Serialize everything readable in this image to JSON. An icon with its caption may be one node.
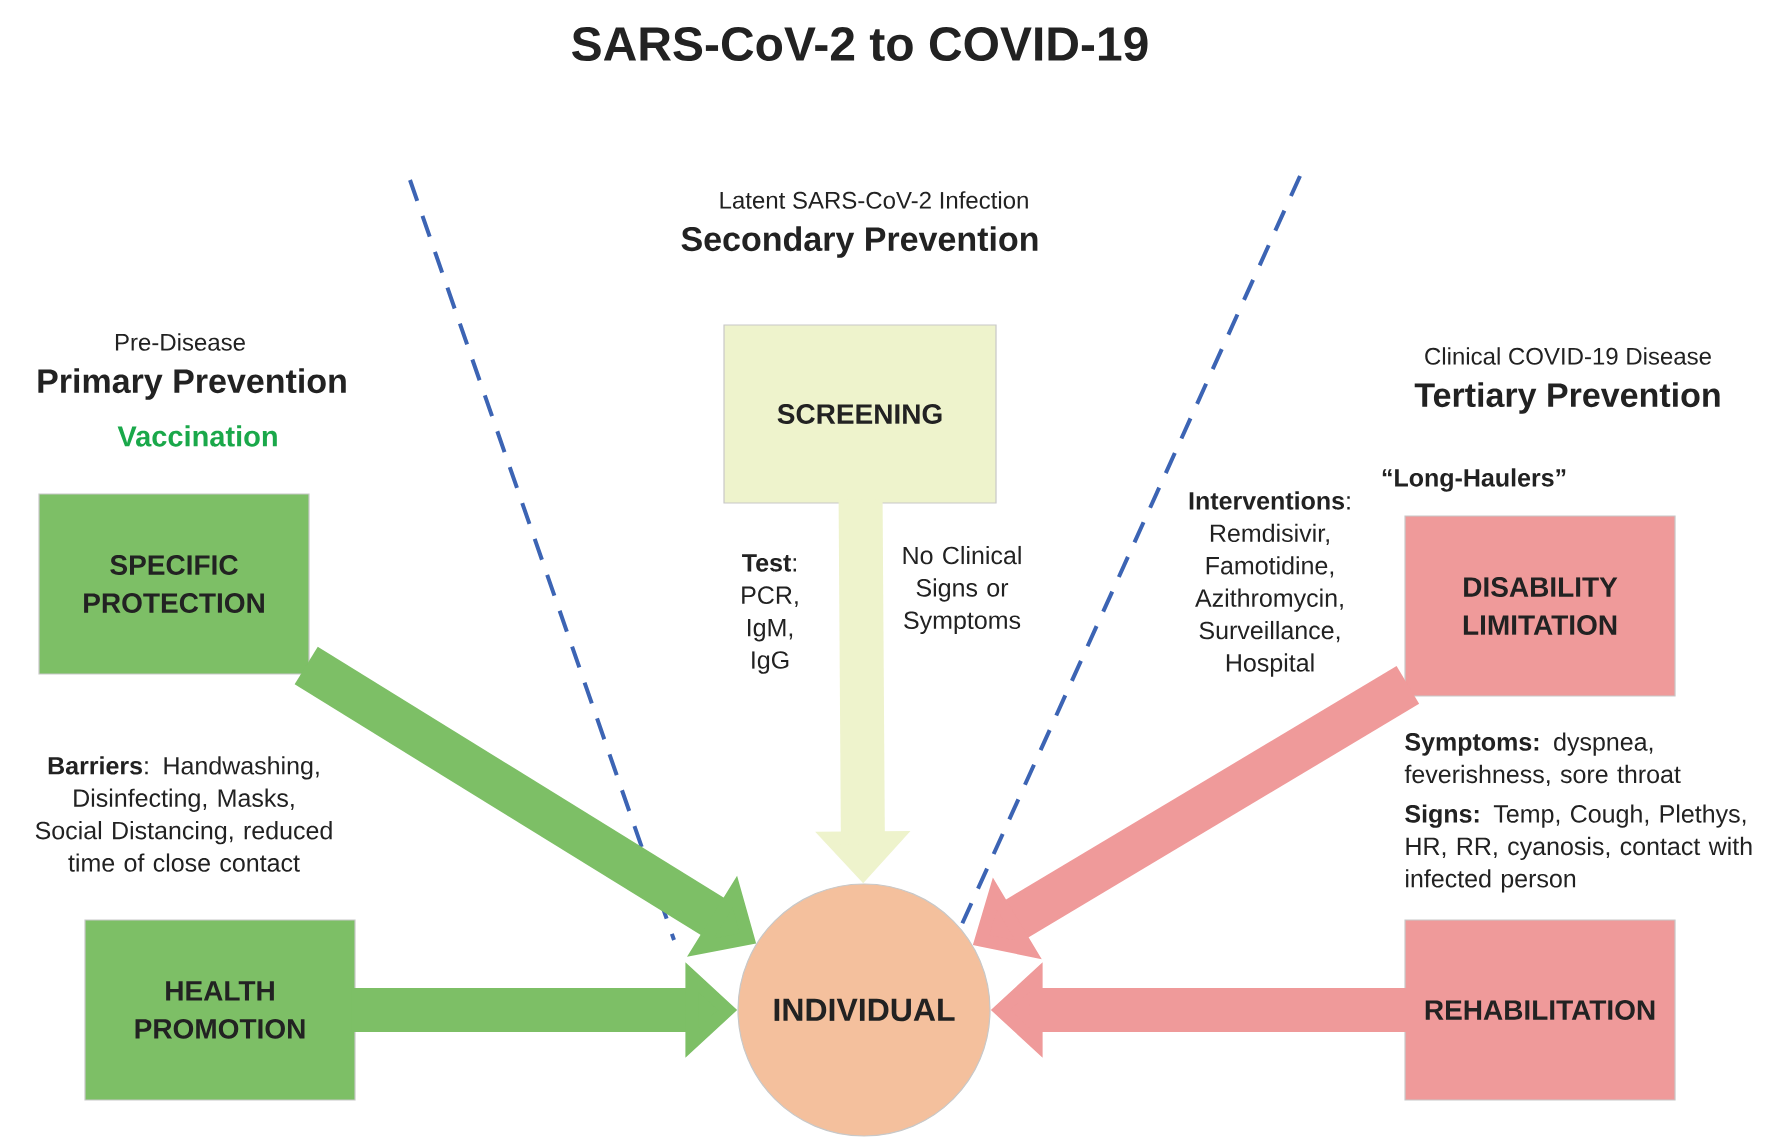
{
  "diagram": {
    "title": "SARS-CoV-2 to COVID-19",
    "nodes": [
      {
        "text": [
          "SPECIFIC PROTECTION"
        ]
      },
      {
        "text": [
          "HEALTH PROMOTION"
        ]
      },
      {
        "text": [
          "SCREENING"
        ]
      },
      {
        "text": [
          "DISABILITY LIMITATION"
        ]
      },
      {
        "text": [
          "REHABILITATION"
        ]
      },
      {
        "text": [
          "INDIVIDUAL"
        ]
      }
    ],
    "edges": [
      {
        "from": 0,
        "to": 5,
        "arrow": "to",
        "color": "#7dbf66"
      },
      {
        "from": 1,
        "to": 5,
        "arrow": "to",
        "color": "#7dbf66"
      },
      {
        "from": 2,
        "to": 5,
        "arrow": "to",
        "color": "#eef3cc"
      },
      {
        "from": 3,
        "to": 5,
        "arrow": "to",
        "color": "#ef9a9a"
      },
      {
        "from": 4,
        "to": 5,
        "arrow": "to",
        "color": "#ef9a9a"
      }
    ],
    "labels": [
      "Pre-Disease",
      "Primary Prevention",
      "Vaccination",
      "**Barriers**:  Handwashing, Disinfecting, Masks, Social Distancing, reduced time of close contact",
      "Latent SARS-CoV-2 Infection",
      "Secondary Prevention",
      "**Test**: PCR, IgM, IgG",
      "No Clinical Signs or Symptoms",
      "Clinical COVID-19 Disease",
      "Tertiary Prevention",
      "“Long-Haulers”",
      "**Interventions**: Remdisivir, Famotidine, Azithromycin, Surveillance, Hospital",
      "**Symptoms:**  dyspnea, feverishness, sore throat",
      "**Signs:** Temp, Cough, Plethys, HR, RR, cyanosis, contact with infected person"
    ]
  }
}
